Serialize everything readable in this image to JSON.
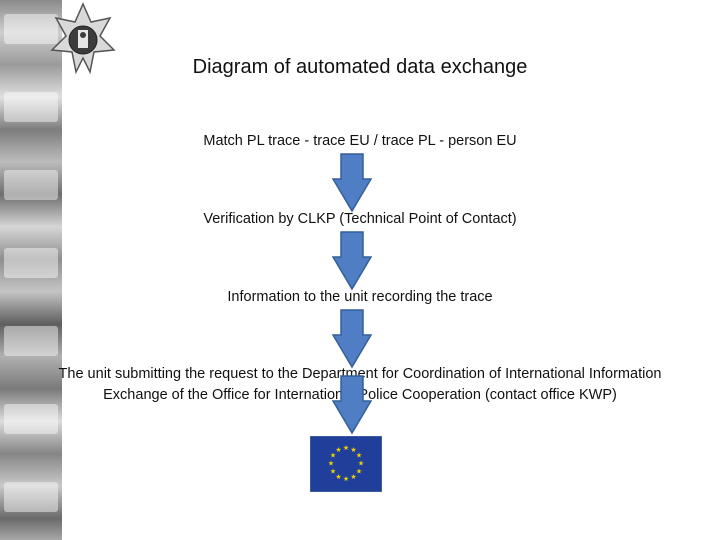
{
  "title": "Diagram of automated data exchange",
  "steps": [
    "Match PL trace - trace EU / trace PL - person EU",
    "Verification by CLKP (Technical Point of Contact)",
    "Information to the unit recording the trace",
    "The unit submitting the request to the Department for Coordination of International Information Exchange of the Office for International Police Cooperation (contact office KWP)"
  ],
  "colors": {
    "arrow_fill": "#4f7ec4",
    "arrow_stroke": "#355e9c",
    "flag_blue": "#1f3f9a",
    "flag_star": "#f5d000"
  },
  "icons": [
    "police-badge-icon",
    "down-arrow-icon",
    "eu-flag-icon"
  ]
}
